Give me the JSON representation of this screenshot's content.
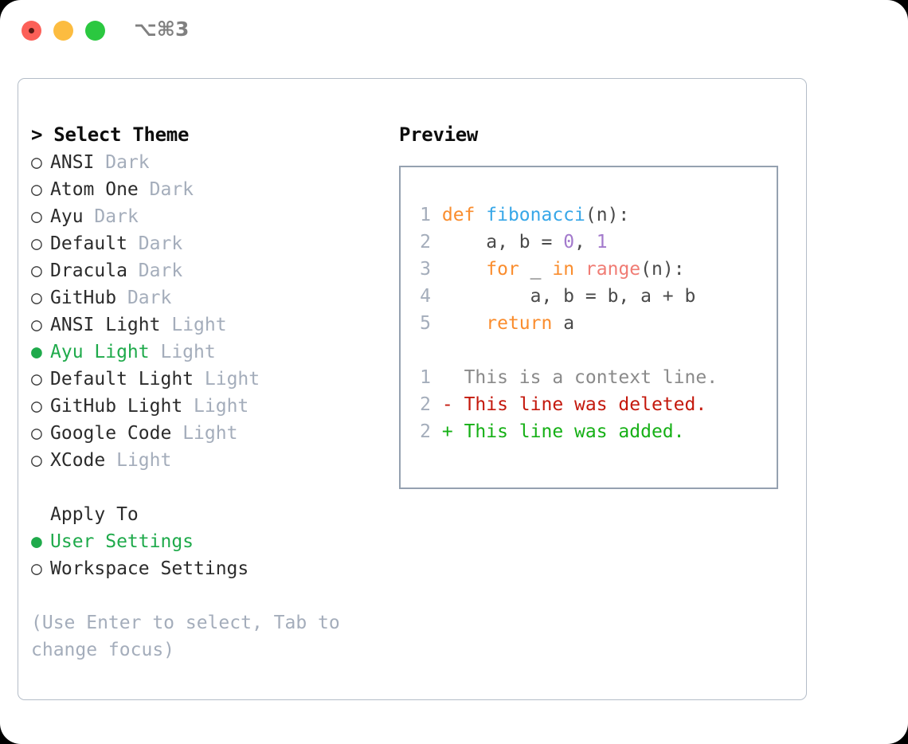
{
  "window": {
    "shortcut_label": "⌥⌘3",
    "traffic_lights": [
      {
        "name": "close",
        "color": "#fc6058"
      },
      {
        "name": "minimize",
        "color": "#fcbc40"
      },
      {
        "name": "maximize",
        "color": "#2bc840"
      }
    ]
  },
  "colors": {
    "accent_green": "#1faa4b",
    "muted": "#a4adbb",
    "text": "#2b2b2b",
    "panel_border": "#b4bdc8",
    "preview_border": "#95a1b0"
  },
  "theme_list": {
    "header": "> Select Theme",
    "marker_selected": "●",
    "marker_unselected": "○",
    "items": [
      {
        "label": "ANSI",
        "tag": "Dark",
        "selected": false
      },
      {
        "label": "Atom One",
        "tag": "Dark",
        "selected": false
      },
      {
        "label": "Ayu",
        "tag": "Dark",
        "selected": false
      },
      {
        "label": "Default",
        "tag": "Dark",
        "selected": false
      },
      {
        "label": "Dracula",
        "tag": "Dark",
        "selected": false
      },
      {
        "label": "GitHub",
        "tag": "Dark",
        "selected": false
      },
      {
        "label": "ANSI Light",
        "tag": "Light",
        "selected": false
      },
      {
        "label": "Ayu Light",
        "tag": "Light",
        "selected": true
      },
      {
        "label": "Default Light",
        "tag": "Light",
        "selected": false
      },
      {
        "label": "GitHub Light",
        "tag": "Light",
        "selected": false
      },
      {
        "label": "Google Code",
        "tag": "Light",
        "selected": false
      },
      {
        "label": "XCode",
        "tag": "Light",
        "selected": false
      }
    ]
  },
  "apply_to": {
    "header": "Apply To",
    "items": [
      {
        "label": "User Settings",
        "selected": true
      },
      {
        "label": "Workspace Settings",
        "selected": false
      }
    ]
  },
  "help": {
    "text": "(Use Enter to select, Tab to change focus)"
  },
  "preview": {
    "header": "Preview",
    "code_lines": [
      {
        "no": "1",
        "tokens": [
          {
            "t": "def ",
            "c": "kw"
          },
          {
            "t": "fibonacci",
            "c": "fn"
          },
          {
            "t": "(n):",
            "c": "txt"
          }
        ]
      },
      {
        "no": "2",
        "tokens": [
          {
            "t": "    a, b = ",
            "c": "txt"
          },
          {
            "t": "0",
            "c": "num"
          },
          {
            "t": ", ",
            "c": "txt"
          },
          {
            "t": "1",
            "c": "num"
          }
        ]
      },
      {
        "no": "3",
        "tokens": [
          {
            "t": "    ",
            "c": "txt"
          },
          {
            "t": "for",
            "c": "kw"
          },
          {
            "t": " _ ",
            "c": "txt"
          },
          {
            "t": "in",
            "c": "kw"
          },
          {
            "t": " ",
            "c": "txt"
          },
          {
            "t": "range",
            "c": "call"
          },
          {
            "t": "(n):",
            "c": "txt"
          }
        ]
      },
      {
        "no": "4",
        "tokens": [
          {
            "t": "        a, b = b, a + b",
            "c": "txt"
          }
        ]
      },
      {
        "no": "5",
        "tokens": [
          {
            "t": "    ",
            "c": "txt"
          },
          {
            "t": "return",
            "c": "kw"
          },
          {
            "t": " a",
            "c": "txt"
          }
        ]
      }
    ],
    "diff_lines": [
      {
        "no": "1",
        "marker": "  ",
        "text": "This is a context line.",
        "kind": "ctx"
      },
      {
        "no": "2",
        "marker": "- ",
        "text": "This line was deleted.",
        "kind": "del"
      },
      {
        "no": "2",
        "marker": "+ ",
        "text": "This line was added.",
        "kind": "add"
      }
    ]
  }
}
